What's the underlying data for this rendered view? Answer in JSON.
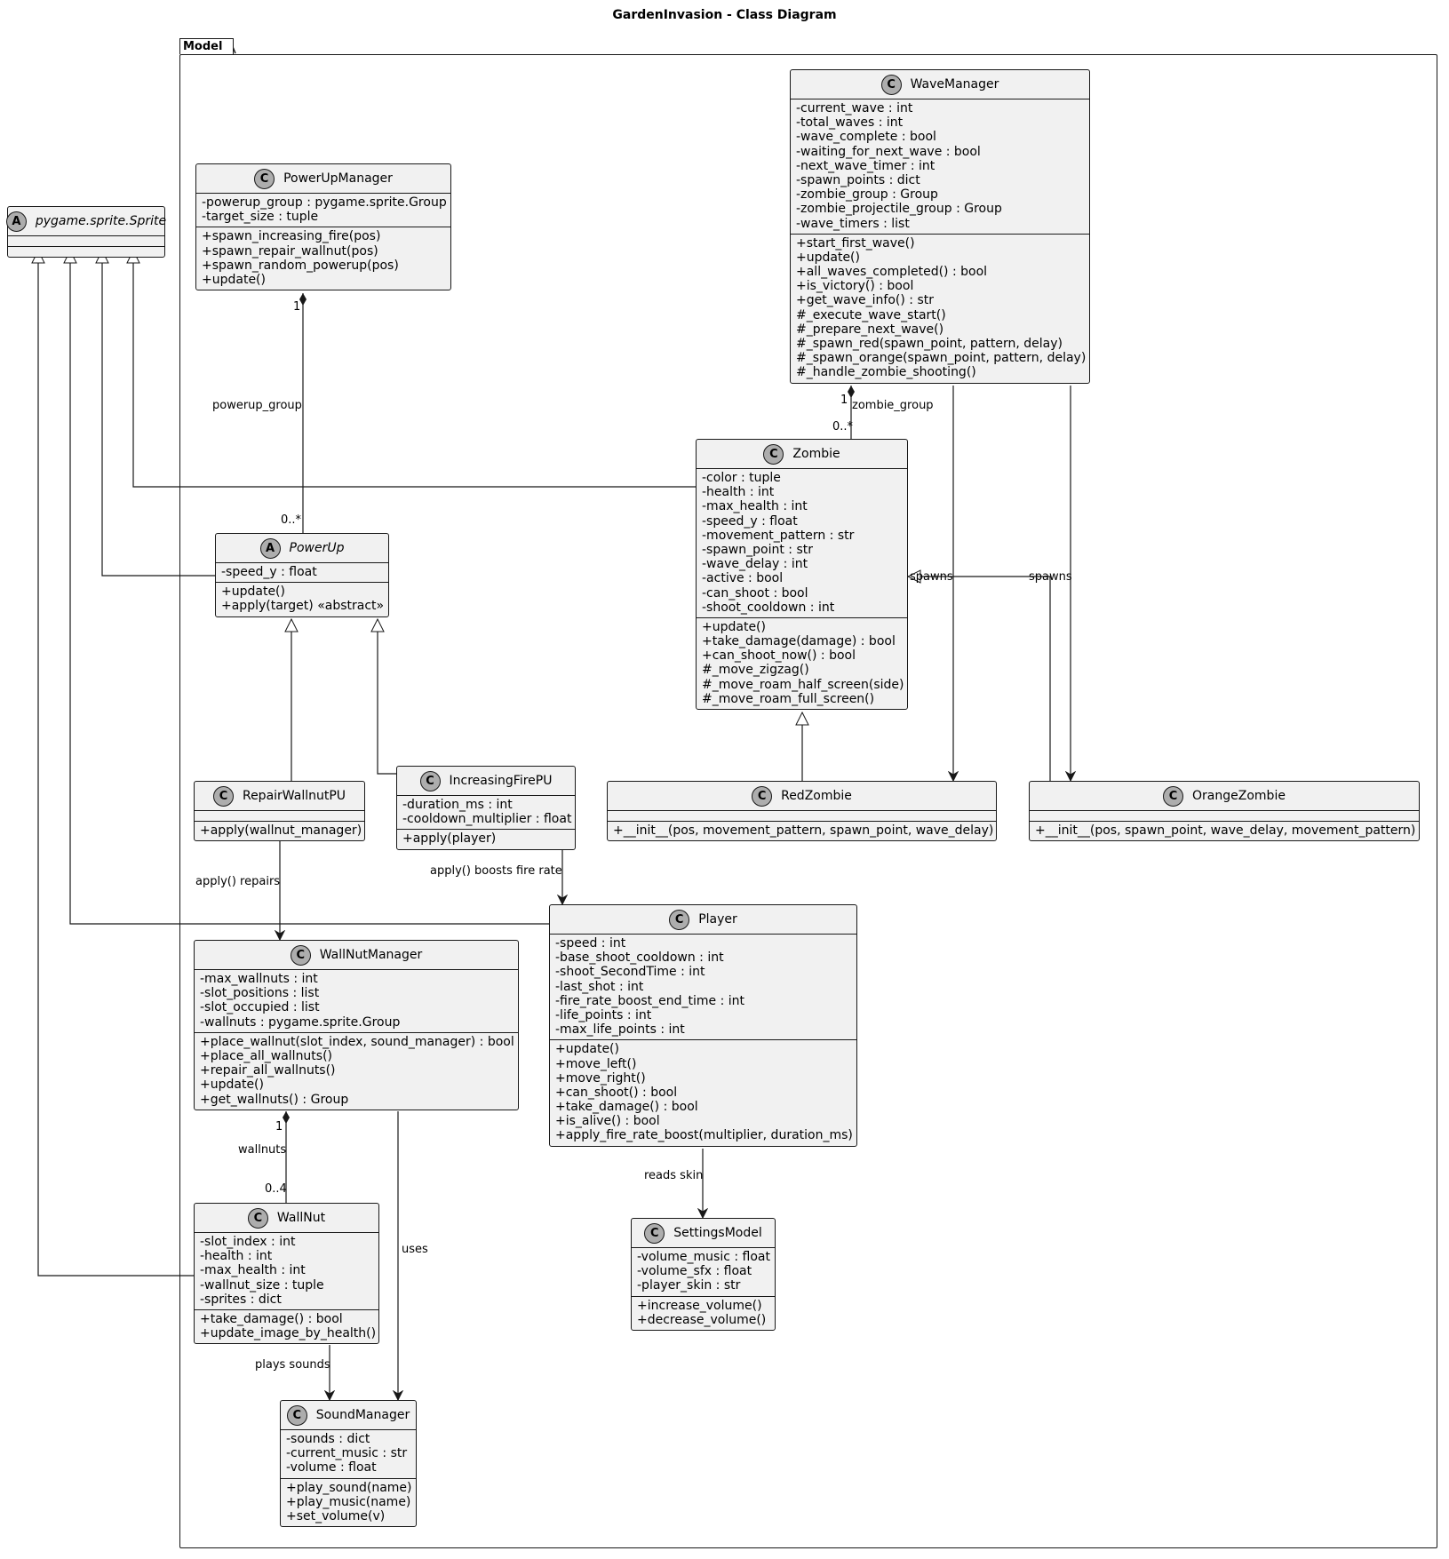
{
  "title": "GardenInvasion - Class Diagram",
  "package": "Model",
  "classes": {
    "sprite": {
      "stereotype": "A",
      "name": "pygame.sprite.Sprite",
      "attrs": [],
      "methods": []
    },
    "powerupmanager": {
      "stereotype": "C",
      "name": "PowerUpManager",
      "attrs": [
        "-powerup_group : pygame.sprite.Group",
        "-target_size : tuple"
      ],
      "methods": [
        "+spawn_increasing_fire(pos)",
        "+spawn_repair_wallnut(pos)",
        "+spawn_random_powerup(pos)",
        "+update()"
      ]
    },
    "wavemanager": {
      "stereotype": "C",
      "name": "WaveManager",
      "attrs": [
        "-current_wave : int",
        "-total_waves : int",
        "-wave_complete : bool",
        "-waiting_for_next_wave : bool",
        "-next_wave_timer : int",
        "-spawn_points : dict",
        "-zombie_group : Group",
        "-zombie_projectile_group : Group",
        "-wave_timers : list"
      ],
      "methods": [
        "+start_first_wave()",
        "+update()",
        "+all_waves_completed() : bool",
        "+is_victory() : bool",
        "+get_wave_info() : str",
        "#_execute_wave_start()",
        "#_prepare_next_wave()",
        "#_spawn_red(spawn_point, pattern, delay)",
        "#_spawn_orange(spawn_point, pattern, delay)",
        "#_handle_zombie_shooting()"
      ]
    },
    "zombie": {
      "stereotype": "C",
      "name": "Zombie",
      "attrs": [
        "-color : tuple",
        "-health : int",
        "-max_health : int",
        "-speed_y : float",
        "-movement_pattern : str",
        "-spawn_point : str",
        "-wave_delay : int",
        "-active : bool",
        "-can_shoot : bool",
        "-shoot_cooldown : int"
      ],
      "methods": [
        "+update()",
        "+take_damage(damage) : bool",
        "+can_shoot_now() : bool",
        "#_move_zigzag()",
        "#_move_roam_half_screen(side)",
        "#_move_roam_full_screen()"
      ]
    },
    "powerup": {
      "stereotype": "A",
      "name": "PowerUp",
      "attrs": [
        "-speed_y : float"
      ],
      "methods": [
        "+update()",
        "+apply(target) «abstract»"
      ]
    },
    "repairwallnutpu": {
      "stereotype": "C",
      "name": "RepairWallnutPU",
      "attrs": [],
      "methods": [
        "+apply(wallnut_manager)"
      ]
    },
    "increasingfirepu": {
      "stereotype": "C",
      "name": "IncreasingFirePU",
      "attrs": [
        "-duration_ms : int",
        "-cooldown_multiplier : float"
      ],
      "methods": [
        "+apply(player)"
      ]
    },
    "redzombie": {
      "stereotype": "C",
      "name": "RedZombie",
      "attrs": [],
      "methods": [
        "+__init__(pos, movement_pattern, spawn_point, wave_delay)"
      ]
    },
    "orangezombie": {
      "stereotype": "C",
      "name": "OrangeZombie",
      "attrs": [],
      "methods": [
        "+__init__(pos, spawn_point, wave_delay, movement_pattern)"
      ]
    },
    "player": {
      "stereotype": "C",
      "name": "Player",
      "attrs": [
        "-speed : int",
        "-base_shoot_cooldown : int",
        "-shoot_SecondTime : int",
        "-last_shot : int",
        "-fire_rate_boost_end_time : int",
        "-life_points : int",
        "-max_life_points : int"
      ],
      "methods": [
        "+update()",
        "+move_left()",
        "+move_right()",
        "+can_shoot() : bool",
        "+take_damage() : bool",
        "+is_alive() : bool",
        "+apply_fire_rate_boost(multiplier, duration_ms)"
      ]
    },
    "wallnutmanager": {
      "stereotype": "C",
      "name": "WallNutManager",
      "attrs": [
        "-max_wallnuts : int",
        "-slot_positions : list",
        "-slot_occupied : list",
        "-wallnuts : pygame.sprite.Group"
      ],
      "methods": [
        "+place_wallnut(slot_index, sound_manager) : bool",
        "+place_all_wallnuts()",
        "+repair_all_wallnuts()",
        "+update()",
        "+get_wallnuts() : Group"
      ]
    },
    "wallnut": {
      "stereotype": "C",
      "name": "WallNut",
      "attrs": [
        "-slot_index : int",
        "-health : int",
        "-max_health : int",
        "-wallnut_size : tuple",
        "-sprites : dict"
      ],
      "methods": [
        "+take_damage() : bool",
        "+update_image_by_health()"
      ]
    },
    "settingsmodel": {
      "stereotype": "C",
      "name": "SettingsModel",
      "attrs": [
        "-volume_music : float",
        "-volume_sfx : float",
        "-player_skin : str"
      ],
      "methods": [
        "+increase_volume()",
        "+decrease_volume()"
      ]
    },
    "soundmanager": {
      "stereotype": "C",
      "name": "SoundManager",
      "attrs": [
        "-sounds : dict",
        "-current_music : str",
        "-volume : float"
      ],
      "methods": [
        "+play_sound(name)",
        "+play_music(name)",
        "+set_volume(v)"
      ]
    }
  },
  "labels": {
    "powerup_group": "powerup_group",
    "pum_one": "1",
    "pum_many": "0..*",
    "wm_one": "1",
    "wm_zombie_group": "zombie_group",
    "wm_many": "0..*",
    "spawns_1": "spawns",
    "spawns_2": "spawns",
    "apply_repairs": "apply() repairs",
    "apply_boosts": "apply() boosts fire rate",
    "wnm_one": "1",
    "wallnuts": "wallnuts",
    "wnm_many": "0..4",
    "uses": "uses",
    "plays_sounds": "plays sounds",
    "reads_skin": "reads skin"
  }
}
